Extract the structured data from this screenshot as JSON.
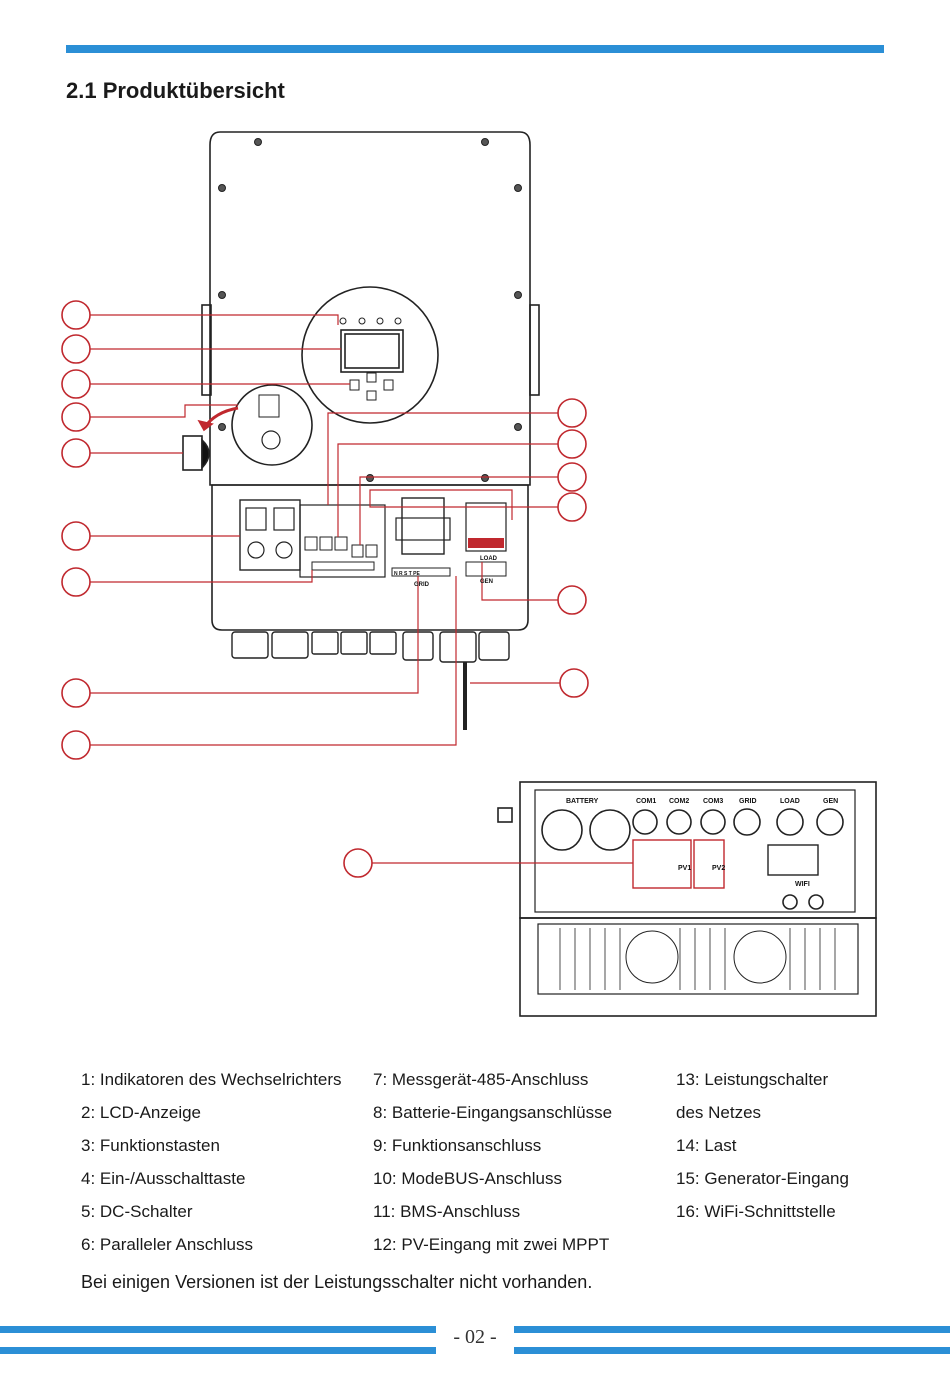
{
  "heading": "2.1 Produktübersicht",
  "figure_labels": {
    "battery": "BATTERY",
    "com1": "COM1",
    "com2": "COM2",
    "com3": "COM3",
    "grid": "GRID",
    "load": "LOAD",
    "gen": "GEN",
    "pv1": "PV1",
    "pv2": "PV2",
    "wifi": "WIFI",
    "terminal_letters": "N  R  S  T  PE"
  },
  "legend": {
    "col1": [
      "1: Indikatoren des Wechselrichters",
      "2: LCD-Anzeige",
      "3: Funktionstasten",
      "4: Ein-/Ausschalttaste",
      "5: DC-Schalter",
      "6: Paralleler Anschluss"
    ],
    "col2": [
      "7: Messgerät-485-Anschluss",
      "8: Batterie-Eingangsanschlüsse",
      "9: Funktionsanschluss",
      "10: ModeBUS-Anschluss",
      "11: BMS-Anschluss",
      "12: PV-Eingang mit zwei MPPT"
    ],
    "col3": [
      "13: Leistungschalter",
      "des Netzes",
      "14: Last",
      "15: Generator-Eingang",
      "16: WiFi-Schnittstelle"
    ]
  },
  "note": "Bei einigen Versionen ist der Leistungsschalter nicht vorhanden.",
  "page_number": "- 02 -",
  "colors": {
    "accent_blue": "#2b8fd6",
    "callout_red": "#c0282e"
  }
}
